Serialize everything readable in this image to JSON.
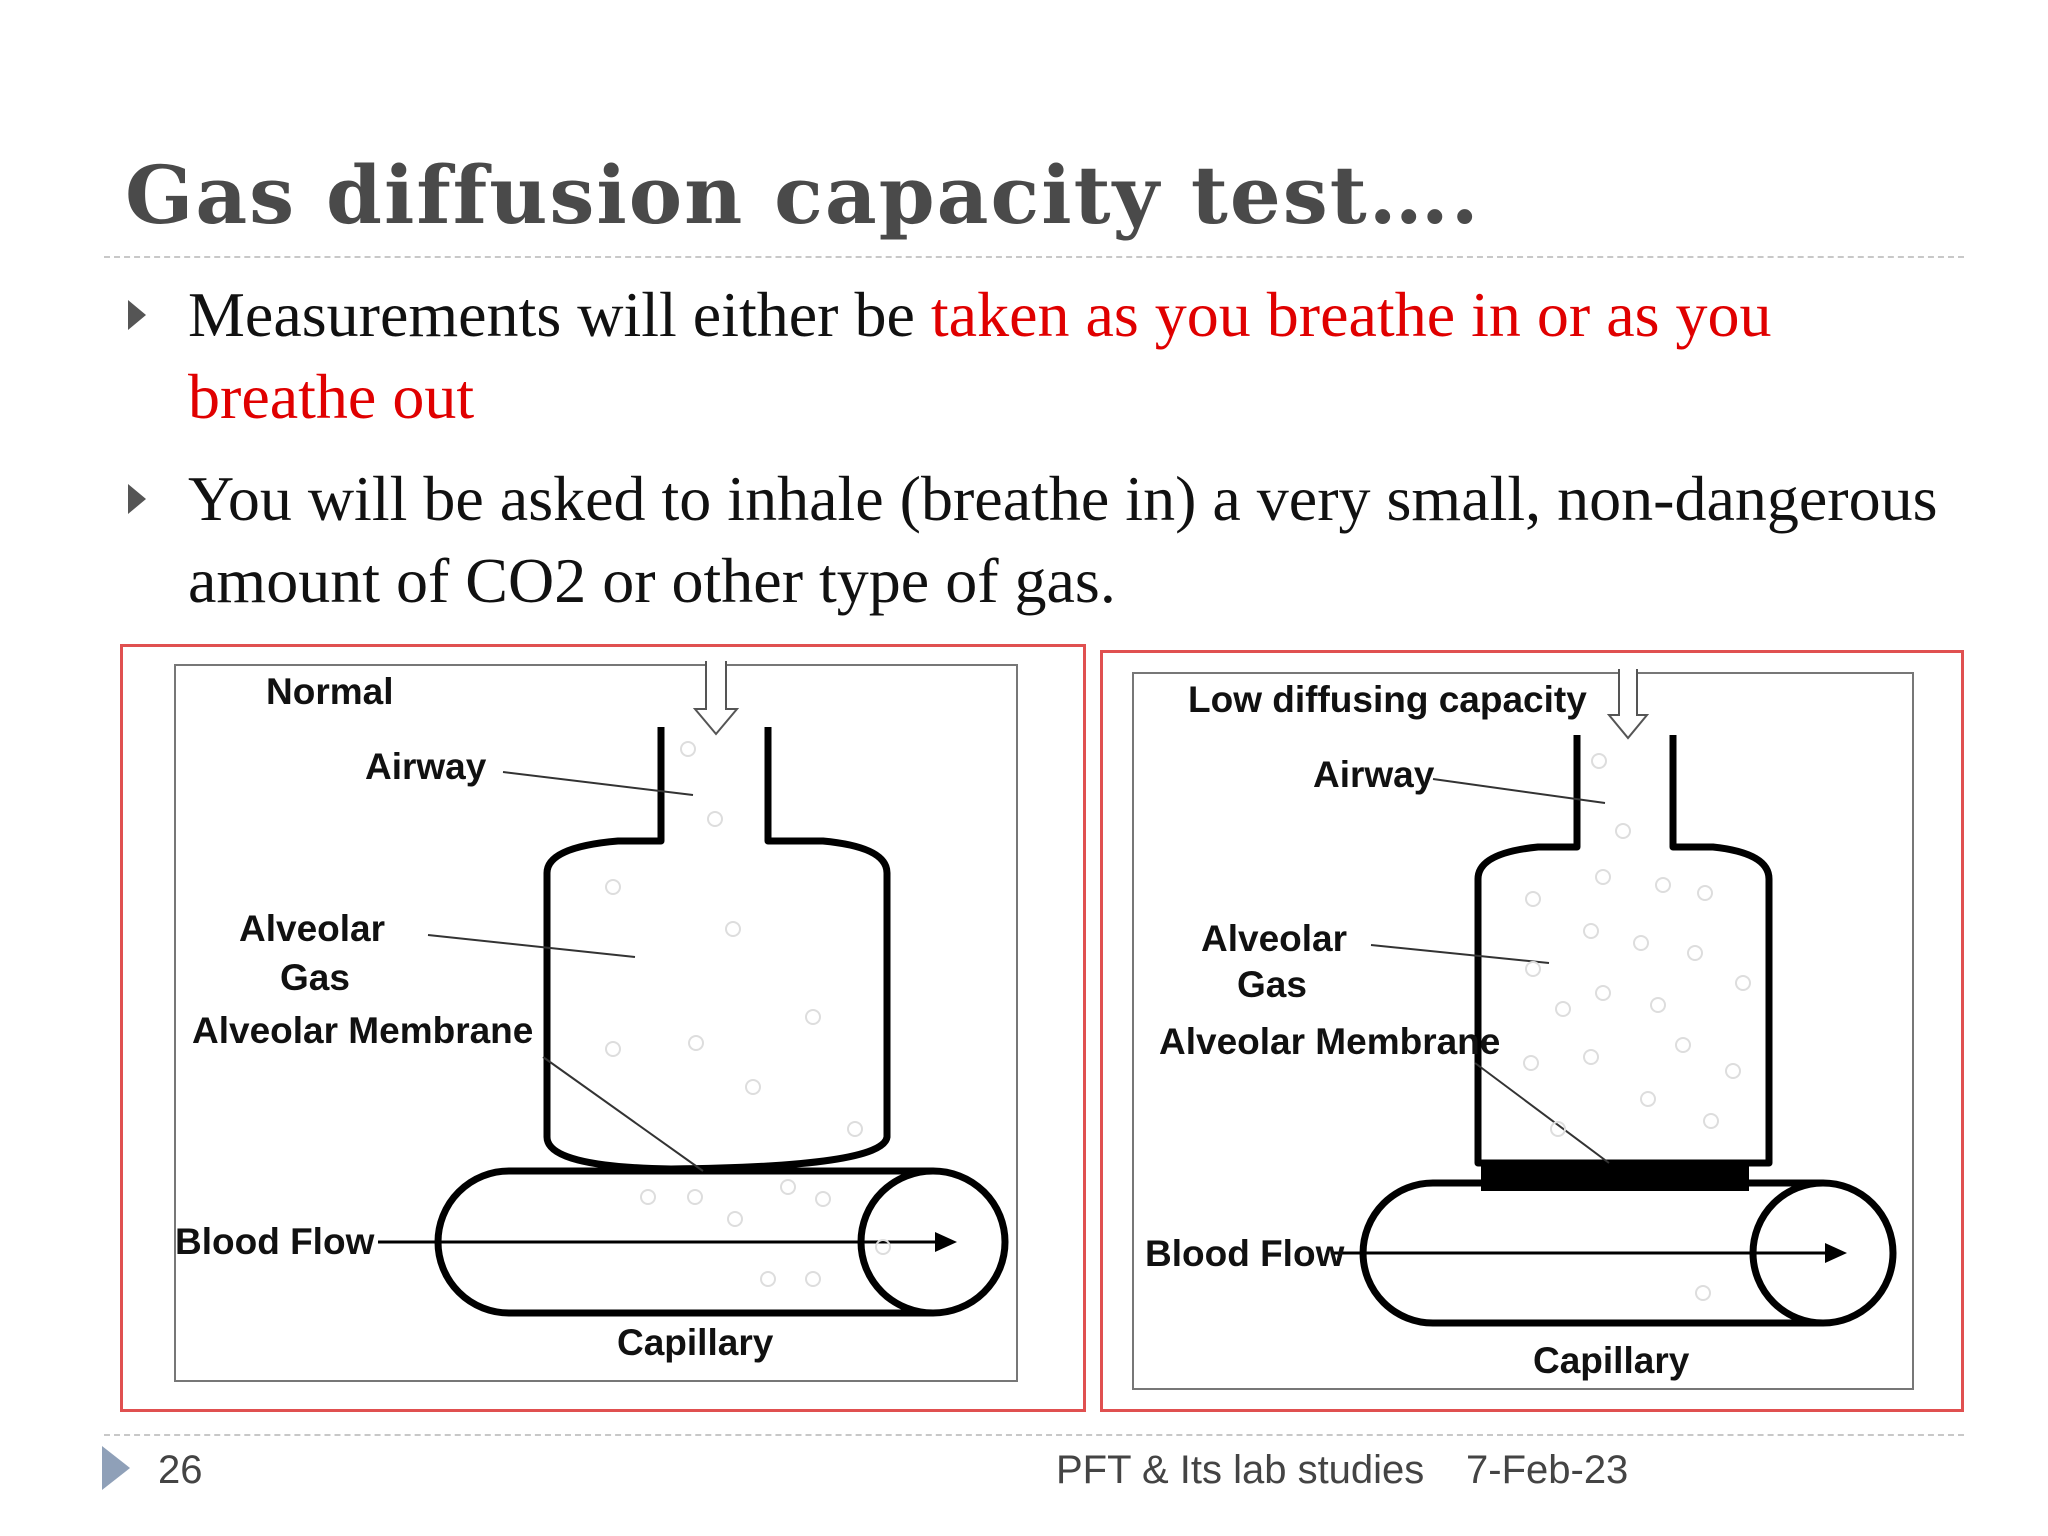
{
  "slide": {
    "title": "Gas diffusion capacity test….",
    "bullets": [
      {
        "text_before": "Measurements will either be ",
        "text_red": "taken as you breathe in or as you breathe out",
        "text_after": ""
      },
      {
        "text_before": "You will be asked to inhale (breathe in) a very small, non-dangerous amount of CO2 or other type of gas.",
        "text_red": "",
        "text_after": ""
      }
    ],
    "colors": {
      "title": "#4a4a4a",
      "emphasis": "#e00000",
      "panel_border": "#e05050"
    }
  },
  "diagrams": {
    "left": {
      "heading": "Normal",
      "airway": "Airway",
      "alveolar_gas_line1": "Alveolar",
      "alveolar_gas_line2": "Gas",
      "membrane": "Alveolar Membrane",
      "blood_flow": "Blood Flow",
      "capillary": "Capillary"
    },
    "right": {
      "heading": "Low diffusing capacity",
      "airway": "Airway",
      "alveolar_gas_line1": "Alveolar",
      "alveolar_gas_line2": "Gas",
      "membrane": "Alveolar Membrane",
      "blood_flow": "Blood Flow",
      "capillary": "Capillary"
    }
  },
  "footer": {
    "slide_number": "26",
    "course": "PFT & Its lab studies",
    "date": "7-Feb-23"
  }
}
